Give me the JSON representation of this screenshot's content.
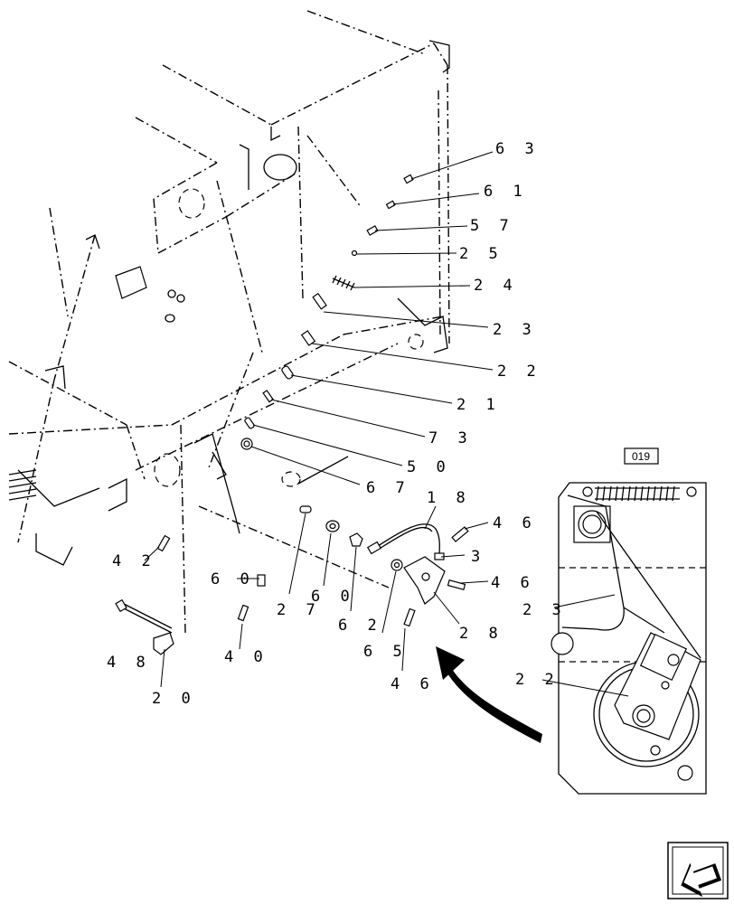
{
  "diagram": {
    "callouts": [
      {
        "id": "63",
        "text": "6 3"
      },
      {
        "id": "61",
        "text": "6 1"
      },
      {
        "id": "57",
        "text": "5 7"
      },
      {
        "id": "25a",
        "text": "2 5"
      },
      {
        "id": "24",
        "text": "2 4"
      },
      {
        "id": "23a",
        "text": "2 3"
      },
      {
        "id": "22a",
        "text": "2 2"
      },
      {
        "id": "21",
        "text": "2 1"
      },
      {
        "id": "73",
        "text": "7 3"
      },
      {
        "id": "50",
        "text": "5 0"
      },
      {
        "id": "67",
        "text": "6 7"
      },
      {
        "id": "18",
        "text": "1 8"
      },
      {
        "id": "46a",
        "text": "4 6"
      },
      {
        "id": "3",
        "text": "3"
      },
      {
        "id": "46b",
        "text": "4 6"
      },
      {
        "id": "28",
        "text": "2 8"
      },
      {
        "id": "46c",
        "text": "4 6"
      },
      {
        "id": "65",
        "text": "6 5"
      },
      {
        "id": "62",
        "text": "6 2"
      },
      {
        "id": "60a",
        "text": "6 0"
      },
      {
        "id": "27",
        "text": "2 7"
      },
      {
        "id": "60b",
        "text": "6 0"
      },
      {
        "id": "40",
        "text": "4 0"
      },
      {
        "id": "42",
        "text": "4 2"
      },
      {
        "id": "48",
        "text": "4 8"
      },
      {
        "id": "20",
        "text": "2 0"
      },
      {
        "id": "23b",
        "text": "2 3"
      },
      {
        "id": "22b",
        "text": "2 2"
      }
    ],
    "detail_ref": "019"
  }
}
